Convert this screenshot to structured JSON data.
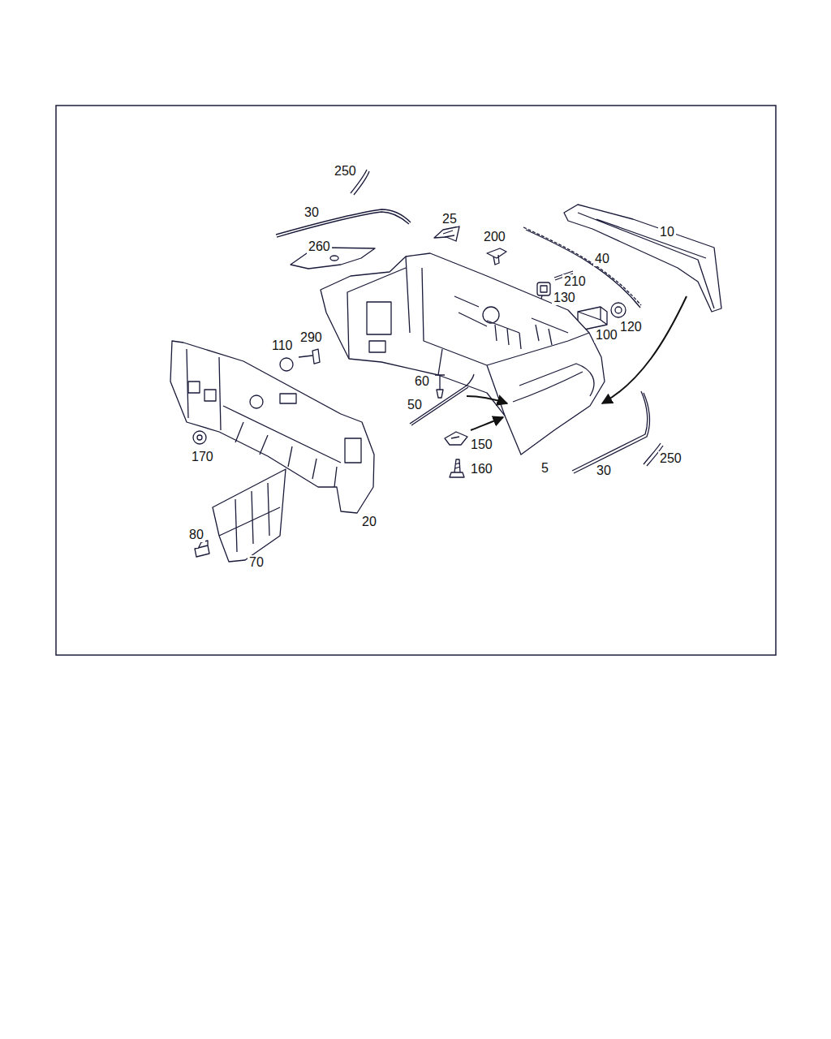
{
  "diagram": {
    "labels": [
      "250",
      "30",
      "25",
      "200",
      "10",
      "260",
      "40",
      "210",
      "130",
      "110",
      "290",
      "100",
      "120",
      "60",
      "50",
      "150",
      "170",
      "160",
      "5",
      "30",
      "250",
      "20",
      "80",
      "70"
    ]
  }
}
